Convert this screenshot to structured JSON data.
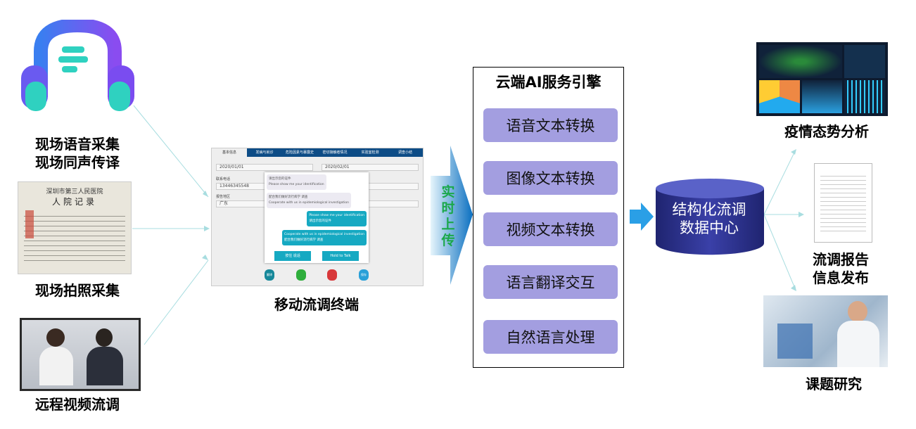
{
  "inputs": {
    "voice": {
      "label1": "现场语音采集",
      "label2": "现场同声传译"
    },
    "photo": {
      "label": "现场拍照采集",
      "doc_title": "人院记录",
      "hospital": "深圳市第三人民医院"
    },
    "video": {
      "label": "远程视频流调"
    }
  },
  "terminal": {
    "label": "移动流调终端",
    "tabs": [
      "基本信息",
      "发病与就诊",
      "危险因素与暴露史",
      "密切接触者情况",
      "实验室检测",
      "调查小结"
    ],
    "date_from": "2020/01/01",
    "date_to": "2020/02/01",
    "phone_label": "联系电话",
    "phone": "13446345548",
    "region_label": "报告地区",
    "region": "广东",
    "chat": [
      {
        "cn": "请出示您的证件",
        "en": "Please show me your identification"
      },
      {
        "cn": "配合我们做好流行病学 调查",
        "en": "Cooperate with us in epidemiological investigation"
      },
      {
        "en": "Please show me your identification",
        "cn": "请出示您的证件"
      },
      {
        "en": "Cooperate with us in epidemiological investigation",
        "cn": "配合我们做好流行病学 调查"
      }
    ],
    "talk_cn": "按住 说话",
    "talk_en": "Hold to Talk",
    "translate": "翻译",
    "save": "保存"
  },
  "upload_arrow": "实时上传",
  "engine": {
    "title": "云端AI服务引擎",
    "services": [
      "语音文本转换",
      "图像文本转换",
      "视频文本转换",
      "语言翻译交互",
      "自然语言处理"
    ]
  },
  "datacenter": {
    "line1": "结构化流调",
    "line2": "数据中心"
  },
  "outputs": {
    "analysis": "疫情态势分析",
    "report1": "流调报告",
    "report2": "信息发布",
    "research": "课题研究"
  },
  "colors": {
    "service": "#a39ee0",
    "cylinder": "#2d3390",
    "arrow": "#1a8fd8",
    "arrow_text": "#1aa84a"
  }
}
